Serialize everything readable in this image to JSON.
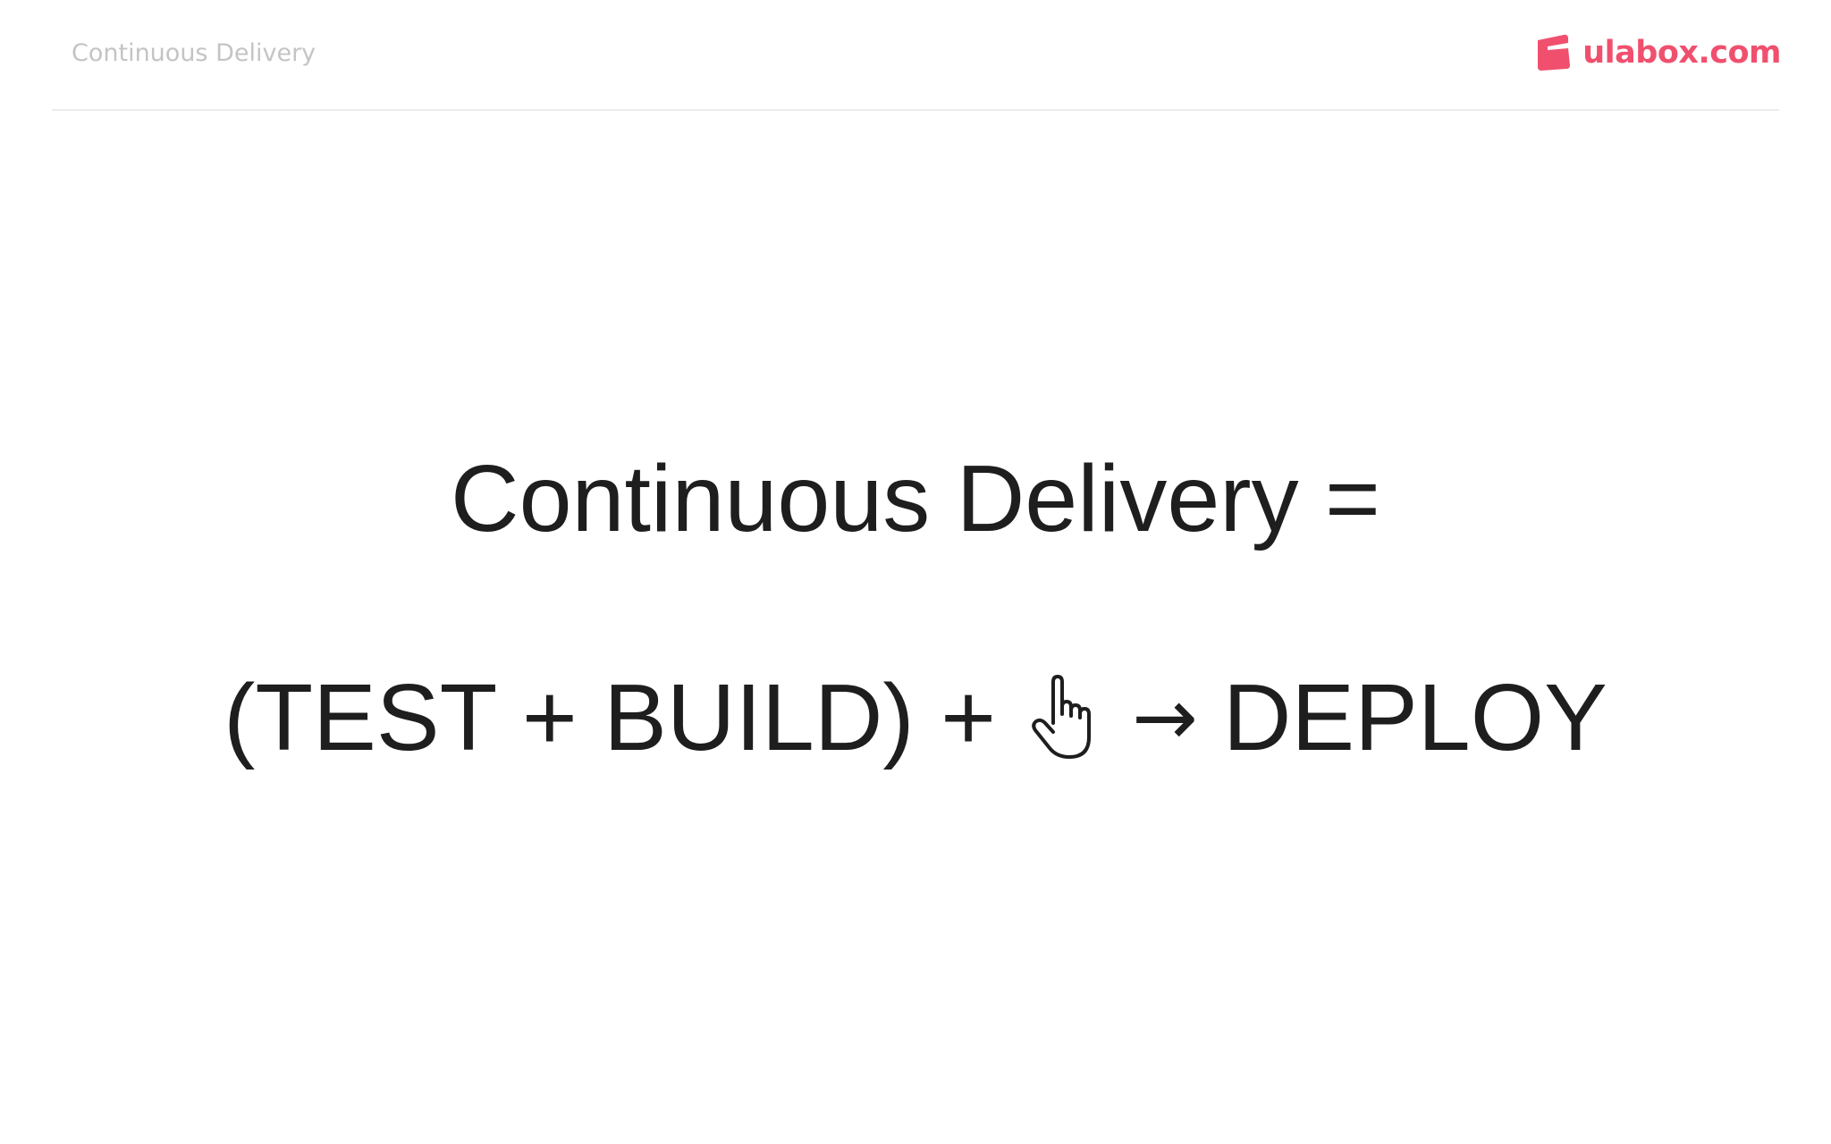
{
  "header": {
    "title": "Continuous Delivery",
    "logo_text": "ulabox.com"
  },
  "slide": {
    "line1": "Continuous Delivery =",
    "line2": {
      "prefix": "(TEST + BUILD) +",
      "icon": "pointing-hand-icon",
      "arrow": "→",
      "suffix": "DEPLOY"
    }
  },
  "colors": {
    "brand": "#f0506e",
    "header_text": "#c4c4c4",
    "body_text": "#1e1e1e",
    "divider": "#ececec"
  }
}
